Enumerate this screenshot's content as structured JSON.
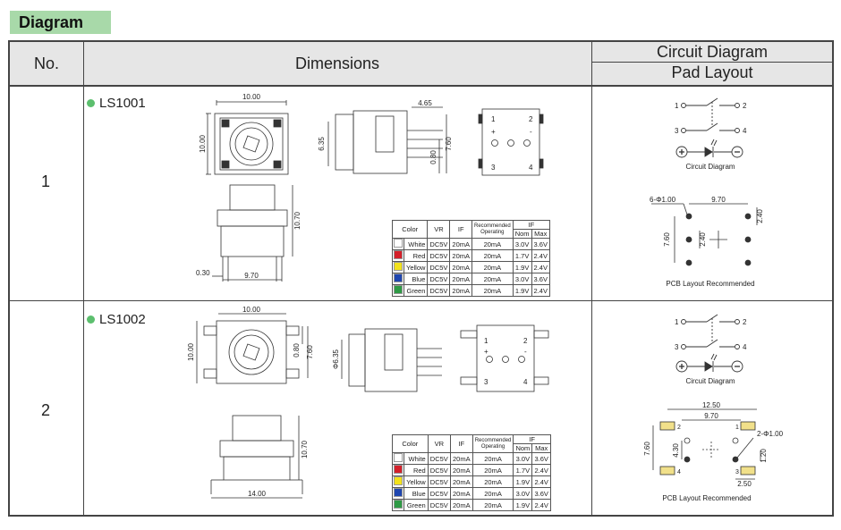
{
  "section_tag": "Diagram",
  "headers": {
    "no": "No.",
    "dimensions": "Dimensions",
    "circuit": "Circuit Diagram",
    "pad": "Pad Layout"
  },
  "rows": [
    {
      "no": "1",
      "model": "LS1001",
      "dims": {
        "top_w": "10.00",
        "top_h": "10.00",
        "side_w": "4.65",
        "side_h": "6.35",
        "side_d1": "0.80",
        "side_d2": "7.60",
        "front_h": "10.70",
        "front_w": "9.70",
        "front_off": "0.30",
        "pin1": "1",
        "pin2": "2",
        "pin3": "3",
        "pin4": "4",
        "plus": "+",
        "minus": "-"
      },
      "circuit": {
        "p1": "1",
        "p2": "2",
        "p3": "3",
        "p4": "4",
        "caption": "Circuit Diagram"
      },
      "pad": {
        "hole": "6-Φ1.00",
        "w": "9.70",
        "h1": "2.40",
        "h2": "7.60",
        "h3": "2.40",
        "caption": "PCB Layout Recommended"
      }
    },
    {
      "no": "2",
      "model": "LS1002",
      "dims": {
        "top_w": "10.00",
        "top_h": "10.00",
        "top_d1": "0.80",
        "top_d2": "7.60",
        "side_h": "Φ6.35",
        "front_h": "10.70",
        "front_w": "14.00",
        "pin1": "1",
        "pin2": "2",
        "pin3": "3",
        "pin4": "4",
        "plus": "+",
        "minus": "-"
      },
      "circuit": {
        "p1": "1",
        "p2": "2",
        "p3": "3",
        "p4": "4",
        "caption": "Circuit Diagram"
      },
      "pad": {
        "w_total": "12.50",
        "w": "9.70",
        "hole": "2-Φ1.00",
        "h": "7.60",
        "h2": "4.30",
        "h3": "1.20",
        "off": "2.50",
        "p1": "1",
        "p2": "2",
        "p3": "3",
        "p4": "4",
        "caption": "PCB Layout Recommended"
      }
    }
  ],
  "led_table": {
    "headers": {
      "color": "Color",
      "vr": "VR",
      "if": "IF",
      "rec": "Recommended Operating",
      "if2": "IF",
      "nom": "Nom",
      "max": "Max"
    },
    "rows": [
      {
        "swatch": "#ffffff",
        "color": "White",
        "vr": "DC5V",
        "if": "20mA",
        "rec": "20mA",
        "nom": "3.0V",
        "max": "3.6V"
      },
      {
        "swatch": "#d4202a",
        "color": "Red",
        "vr": "DC5V",
        "if": "20mA",
        "rec": "20mA",
        "nom": "1.7V",
        "max": "2.4V"
      },
      {
        "swatch": "#f3e21c",
        "color": "Yellow",
        "vr": "DC5V",
        "if": "20mA",
        "rec": "20mA",
        "nom": "1.9V",
        "max": "2.4V"
      },
      {
        "swatch": "#1f46b0",
        "color": "Blue",
        "vr": "DC5V",
        "if": "20mA",
        "rec": "20mA",
        "nom": "3.0V",
        "max": "3.6V"
      },
      {
        "swatch": "#2e9a45",
        "color": "Green",
        "vr": "DC5V",
        "if": "20mA",
        "rec": "20mA",
        "nom": "1.9V",
        "max": "2.4V"
      }
    ]
  },
  "colors": {
    "tag_bg": "#a8d9a9",
    "header_bg": "#e6e6e6",
    "dot": "#5cbf6e",
    "line": "#444444"
  }
}
